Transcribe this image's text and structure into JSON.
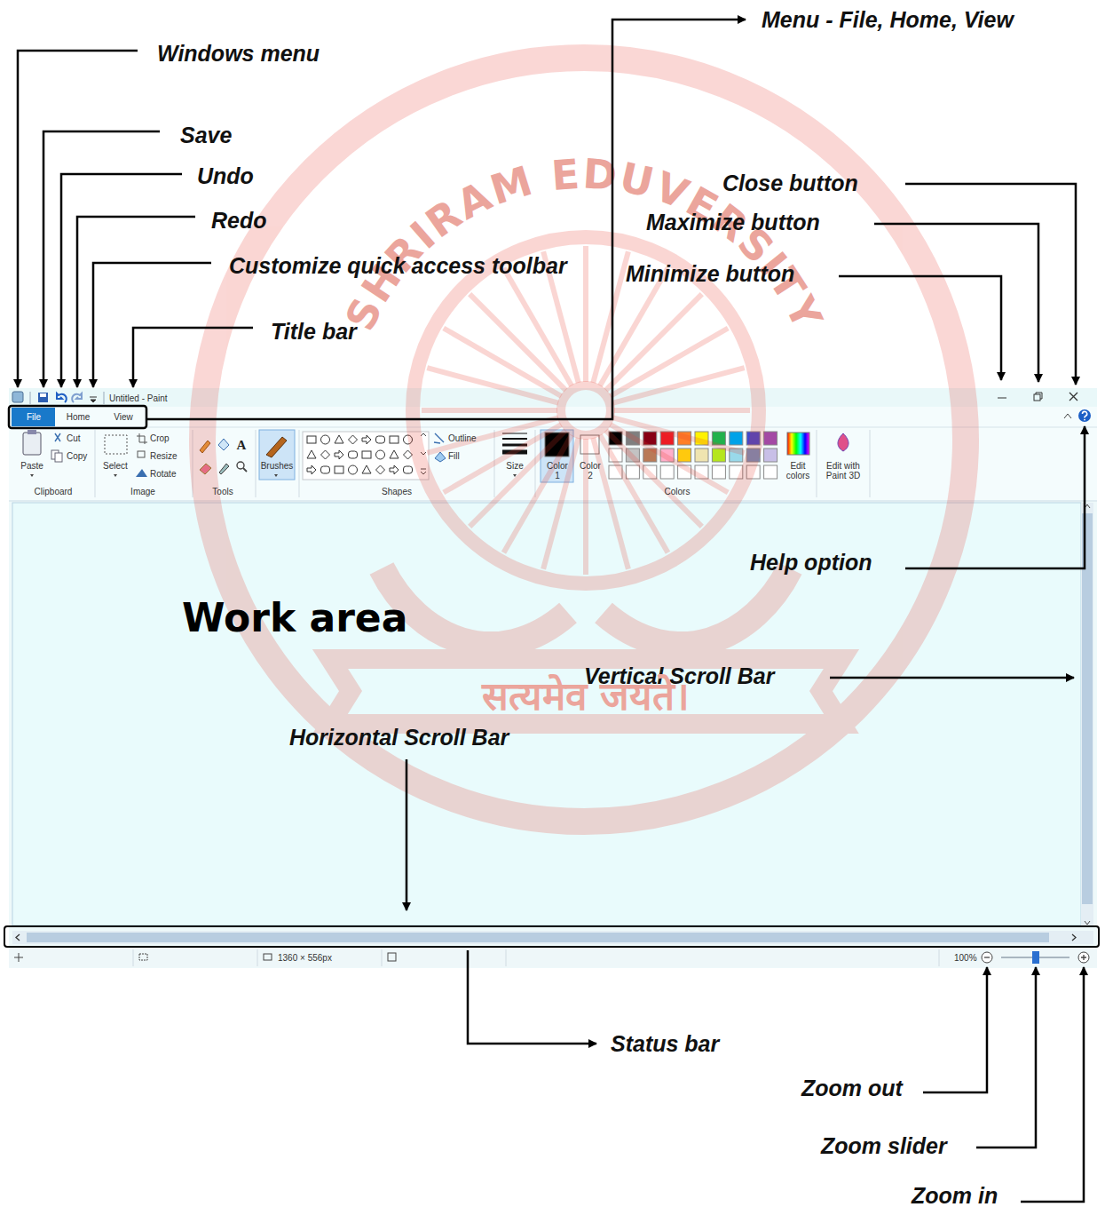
{
  "diagram": {
    "labels": [
      "Menu - File, Home, View",
      "Windows menu",
      "Save",
      "Undo",
      "Close button",
      "Redo",
      "Maximize button",
      "Customize quick access toolbar",
      "Minimize button",
      "Title bar",
      "Untitled - Paint",
      "File",
      "Home",
      "View",
      "Cut",
      "Crop",
      "Outline",
      "Copy",
      "Resize",
      "Fill",
      "Paste",
      "Select",
      "Brushes",
      "Size",
      "Color 1",
      "Color 2",
      "Edit colors",
      "Edit with Paint 3D",
      "Rotate",
      "A",
      "Clipboard",
      "Image",
      "Tools",
      "Shapes",
      "Colors",
      "Help option",
      "Work area",
      "Vertical Scroll Bar",
      "सत्यमेव जयते।",
      "Horizontal Scroll Bar",
      "1360 × 556px",
      "100%",
      "Status bar",
      "Zoom out",
      "Zoom slider",
      "Zoom in",
      "SHRIRAM EDUVERSITY"
    ]
  }
}
